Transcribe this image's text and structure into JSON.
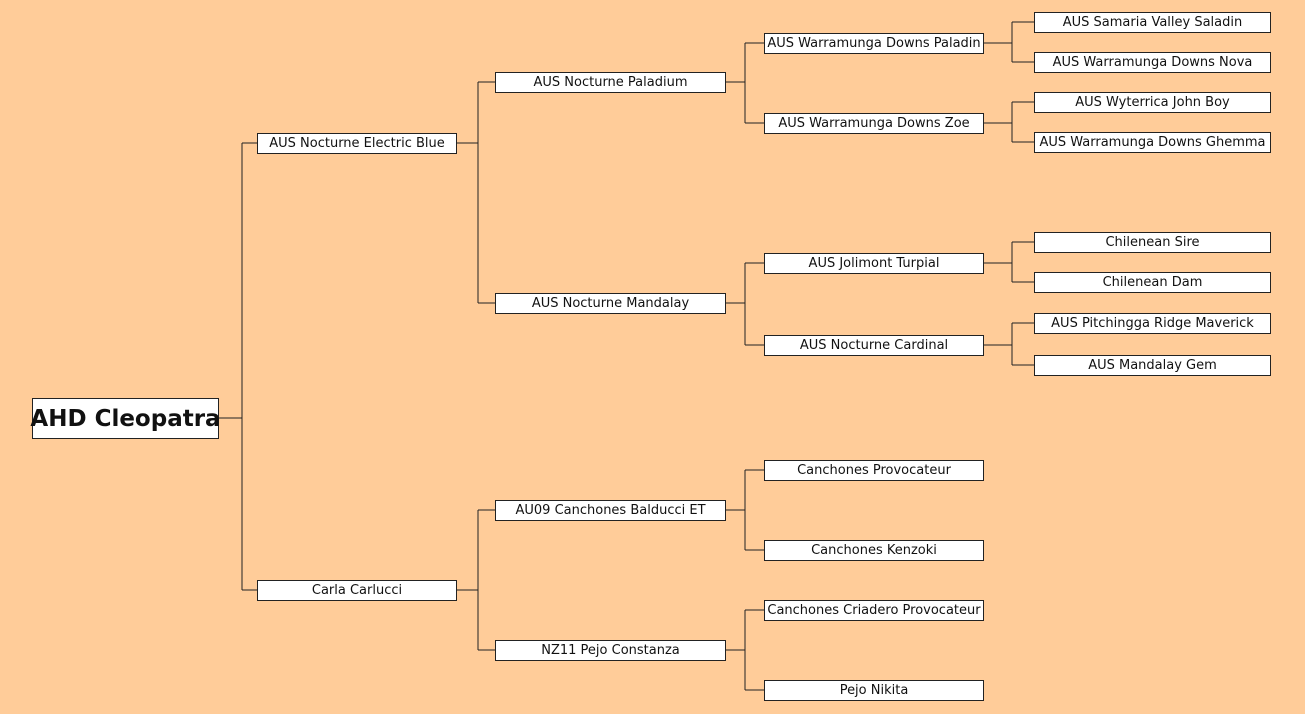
{
  "pedigree": {
    "subject": "AHD Cleopatra",
    "sire": {
      "name": "AUS Nocturne Electric Blue",
      "sire": {
        "name": "AUS Nocturne Paladium",
        "sire": {
          "name": "AUS Warramunga Downs Paladin",
          "sire": "AUS Samaria Valley Saladin",
          "dam": "AUS Warramunga Downs Nova"
        },
        "dam": {
          "name": "AUS Warramunga Downs Zoe",
          "sire": "AUS Wyterrica John Boy",
          "dam": "AUS Warramunga Downs Ghemma"
        }
      },
      "dam": {
        "name": "AUS Nocturne Mandalay",
        "sire": {
          "name": "AUS Jolimont Turpial",
          "sire": "Chilenean Sire",
          "dam": "Chilenean Dam"
        },
        "dam": {
          "name": "AUS Nocturne Cardinal",
          "sire": "AUS Pitchingga Ridge Maverick",
          "dam": "AUS Mandalay Gem"
        }
      }
    },
    "dam": {
      "name": "Carla Carlucci",
      "sire": {
        "name": "AU09 Canchones Balducci ET",
        "sire": {
          "name": "Canchones Provocateur"
        },
        "dam": {
          "name": "Canchones Kenzoki"
        }
      },
      "dam": {
        "name": "NZ11 Pejo Constanza",
        "sire": {
          "name": "Canchones Criadero Provocateur"
        },
        "dam": {
          "name": "Pejo Nikita"
        }
      }
    }
  }
}
